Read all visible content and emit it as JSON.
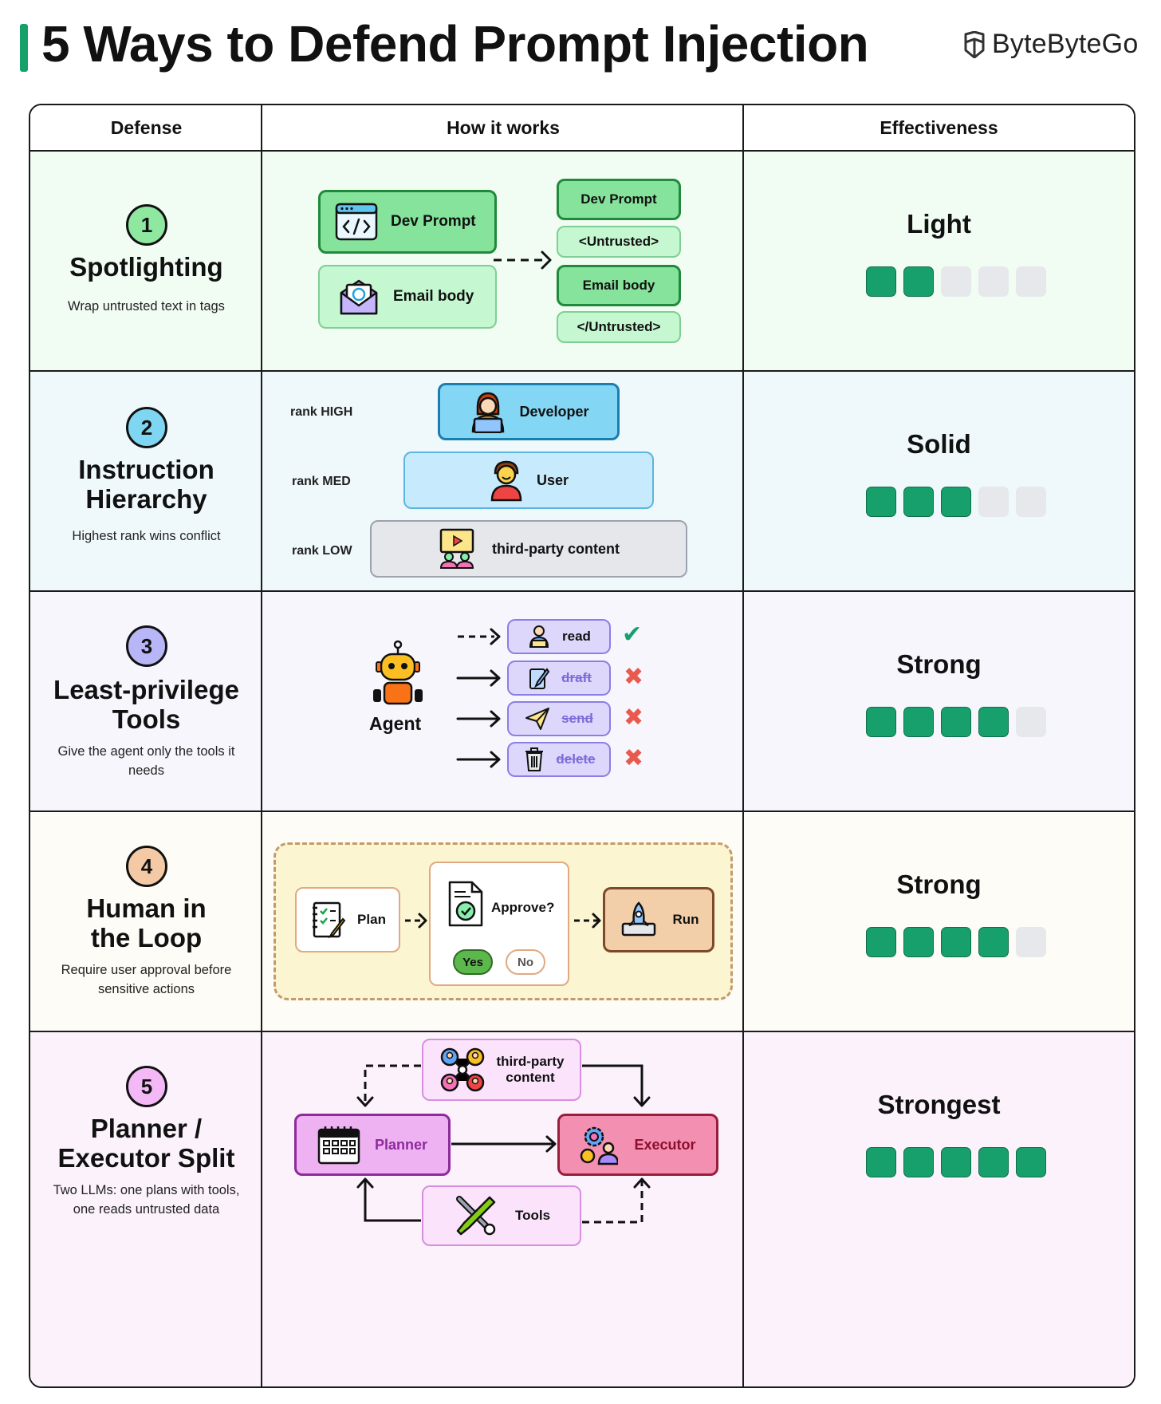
{
  "title": "5 Ways to Defend Prompt Injection",
  "brand": {
    "name": "ByteByteGo",
    "icon": "bytebytego-logo-icon"
  },
  "headers": {
    "defense": "Defense",
    "how": "How it works",
    "effectiveness": "Effectiveness"
  },
  "colors": {
    "accent": "#16a06a",
    "bar_on": "#17a06c",
    "bar_off": "#e6e8ec"
  },
  "rows": [
    {
      "num": "1",
      "name_line1": "Spotlighting",
      "name_line2": "",
      "desc": "Wrap untrusted text in tags",
      "effectiveness": "Light",
      "level": 2,
      "max_level": 5,
      "bg": "#f1fcf3",
      "num_color": "#8ee8a0",
      "diagram": {
        "dev_prompt": "Dev Prompt",
        "email_body": "Email body",
        "untrusted_open": "<Untrusted>",
        "untrusted_close": "</Untrusted>"
      }
    },
    {
      "num": "2",
      "name_line1": "Instruction",
      "name_line2": "Hierarchy",
      "desc": "Highest rank wins conflict",
      "effectiveness": "Solid",
      "level": 3,
      "max_level": 5,
      "bg": "#eff9fc",
      "num_color": "#7fd6f2",
      "diagram": {
        "rank_high": "rank HIGH",
        "rank_med": "rank MED",
        "rank_low": "rank LOW",
        "developer": "Developer",
        "user": "User",
        "third_party": "third-party content"
      }
    },
    {
      "num": "3",
      "name_line1": "Least-privilege",
      "name_line2": "Tools",
      "desc": "Give the agent only the tools it needs",
      "effectiveness": "Strong",
      "level": 4,
      "max_level": 5,
      "bg": "#f7f6fd",
      "num_color": "#b8b6f7",
      "diagram": {
        "agent": "Agent",
        "tools": [
          "read",
          "draft",
          "send",
          "delete"
        ]
      }
    },
    {
      "num": "4",
      "name_line1": "Human in",
      "name_line2": "the Loop",
      "desc": "Require user approval before sensitive actions",
      "effectiveness": "Strong",
      "level": 4,
      "max_level": 5,
      "bg": "#fdfcf6",
      "num_color": "#f4c9a5",
      "diagram": {
        "plan": "Plan",
        "approve": "Approve?",
        "yes": "Yes",
        "no": "No",
        "run": "Run"
      }
    },
    {
      "num": "5",
      "name_line1": "Planner /",
      "name_line2": "Executor Split",
      "desc": "Two LLMs: one plans with tools, one reads untrusted data",
      "effectiveness": "Strongest",
      "level": 5,
      "max_level": 5,
      "bg": "#fbf2fc",
      "num_color": "#f3b8f5",
      "diagram": {
        "third_party_1": "third-party",
        "third_party_2": "content",
        "planner": "Planner",
        "executor": "Executor",
        "tools": "Tools"
      }
    }
  ]
}
